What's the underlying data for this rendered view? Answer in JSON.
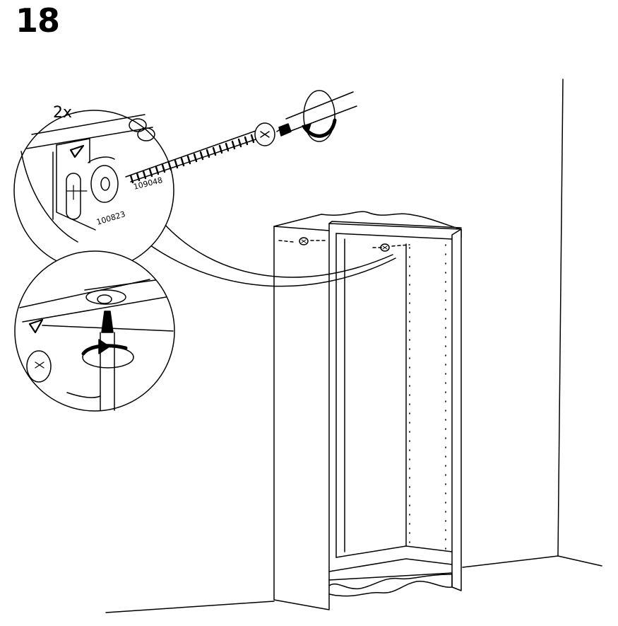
{
  "step": {
    "number": "18"
  },
  "detail_top": {
    "quantity": "2x",
    "part_screw": "109048",
    "part_washer": "100823"
  }
}
